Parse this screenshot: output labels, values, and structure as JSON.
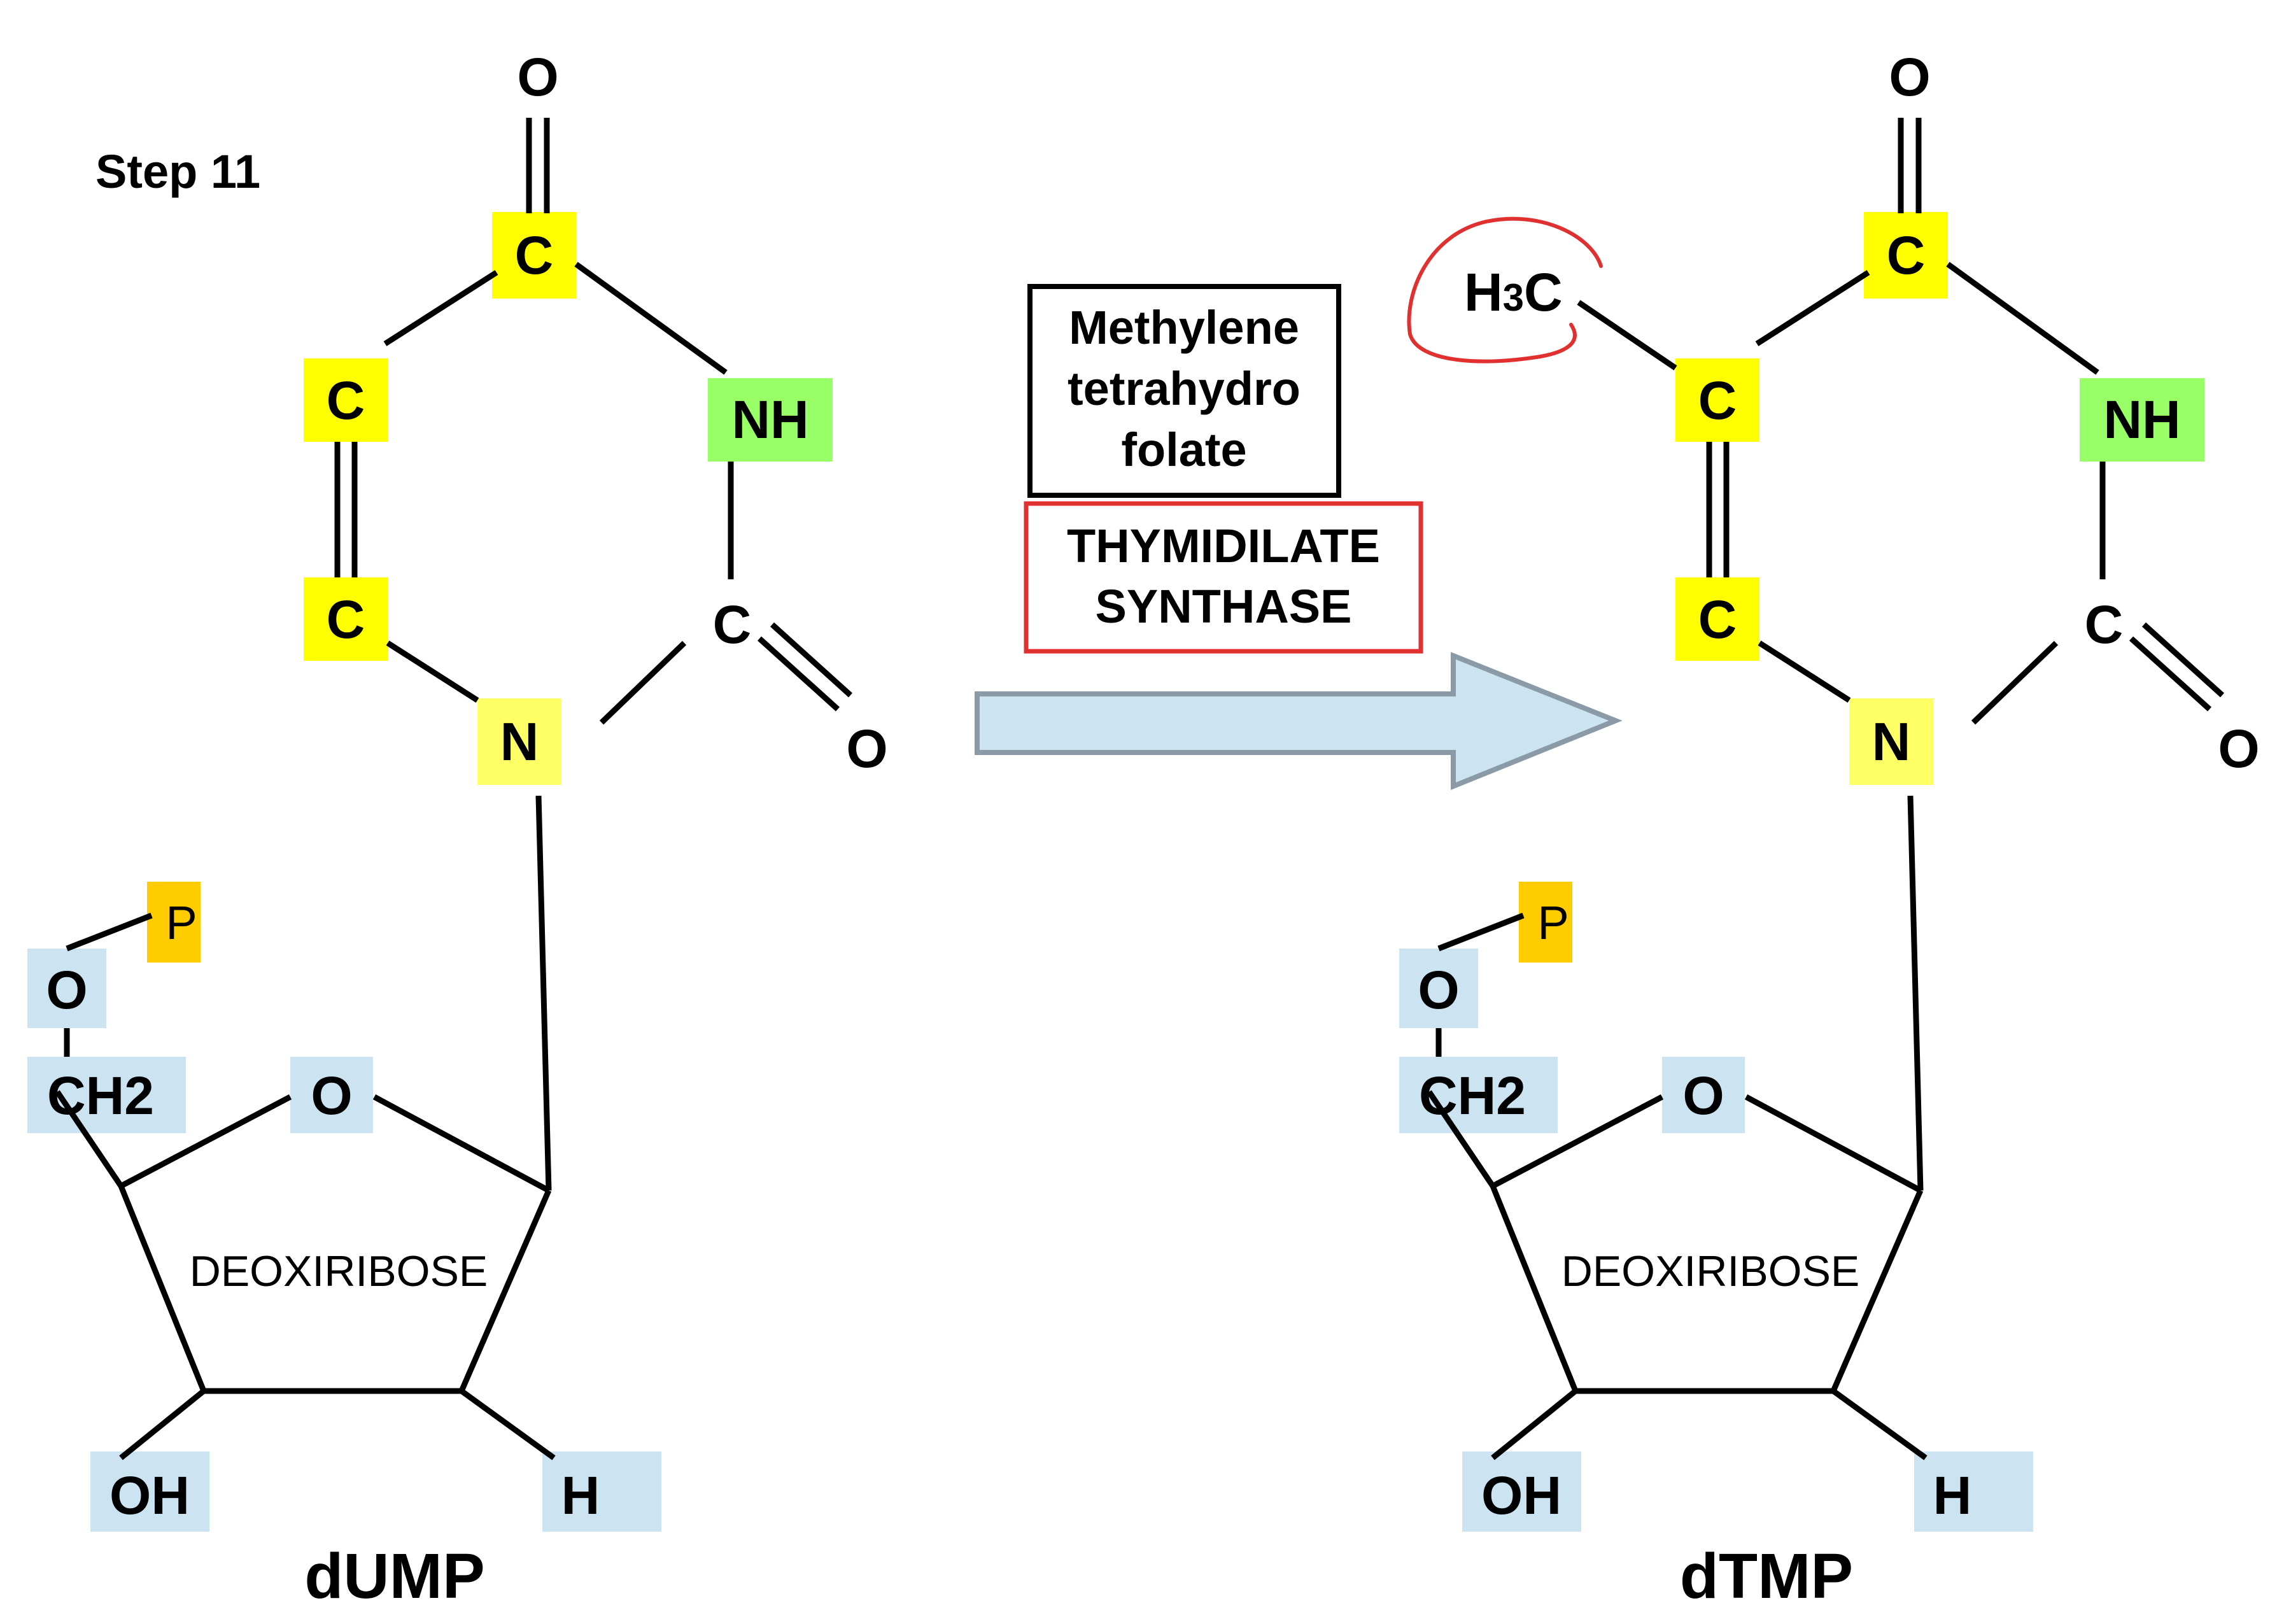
{
  "step_label": "Step 11",
  "left": {
    "molecule_name": "dUMP",
    "atoms": {
      "c4": "C",
      "o4": "O",
      "c5": "C",
      "c6": "C",
      "n3": "NH",
      "c2": "C",
      "o2": "O",
      "n1": "N",
      "p": "P",
      "o5": "O",
      "ch2": "CH2",
      "o_ring": "O",
      "sugar": "DEOXIRIBOSE",
      "oh": "OH",
      "h": "H"
    }
  },
  "right": {
    "molecule_name": "dTMP",
    "methyl": {
      "main": "H",
      "sub": "3",
      "tail": "C"
    },
    "atoms": {
      "c4": "C",
      "o4": "O",
      "c5": "C",
      "c6": "C",
      "n3": "NH",
      "c2": "C",
      "o2": "O",
      "n1": "N",
      "p": "P",
      "o5": "O",
      "ch2": "CH2",
      "o_ring": "O",
      "sugar": "DEOXIRIBOSE",
      "oh": "OH",
      "h": "H"
    }
  },
  "cofactor": {
    "lines": [
      "Methylene",
      "tetrahydro",
      "folate"
    ]
  },
  "enzyme": {
    "lines": [
      "THYMIDILATE",
      "SYNTHASE"
    ]
  },
  "colors": {
    "carbon_highlight": "#ffff00",
    "nitrogen_highlight": "#ffff66",
    "nh_highlight": "#99ff66",
    "sugar_highlight": "#cce4f2",
    "phosphate_highlight": "#ffcc00",
    "arrow_fill": "#cce4f2",
    "arrow_stroke": "#8a9aa6",
    "enzyme_border": "#e03030",
    "methyl_circle": "#e03030"
  }
}
